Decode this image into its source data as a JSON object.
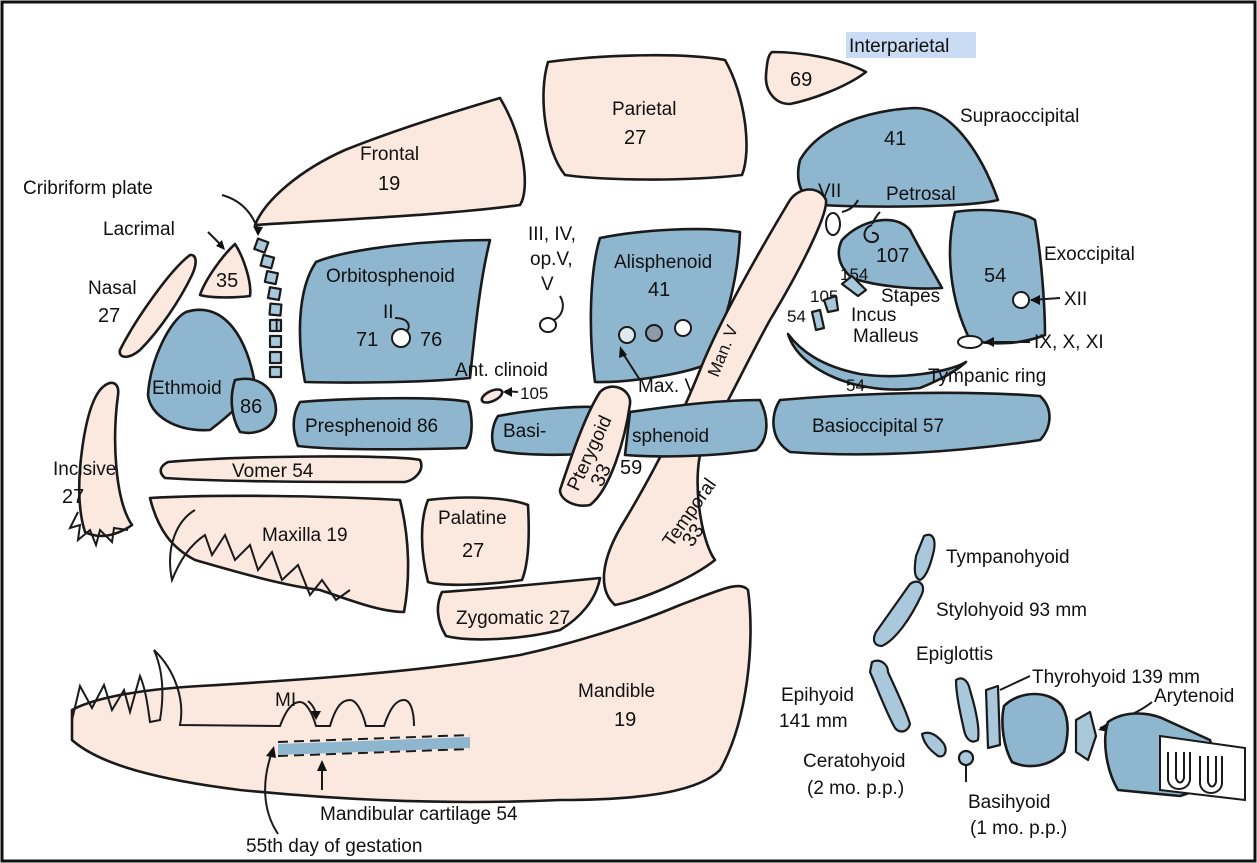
{
  "labels": {
    "interparietal": "Interparietal",
    "interparietal_num": "69",
    "parietal": "Parietal",
    "parietal_num": "27",
    "supraoccipital": "Supraoccipital",
    "supraoccipital_num": "41",
    "frontal": "Frontal",
    "frontal_num": "19",
    "cribriform": "Cribriform plate",
    "lacrimal": "Lacrimal",
    "lacrimal_num": "35",
    "nasal": "Nasal",
    "nasal_num": "27",
    "cranial_nerves_1": "III, IV,",
    "cranial_nerves_2": "op.V,",
    "cranial_nerves_3": "V",
    "vii": "VII",
    "petrosal": "Petrosal",
    "petrosal_num": "107",
    "exoccipital": "Exoccipital",
    "exoccipital_num": "54",
    "xii": "XII",
    "ix_x_xi": "IX, X, XI",
    "orbitosphenoid": "Orbitosphenoid",
    "optic_ii": "II",
    "orbito_71": "71",
    "orbito_76": "76",
    "roman_i": "I",
    "alisphenoid": "Alisphenoid",
    "alisphenoid_num": "41",
    "man_v": "Man. V",
    "max_v": "Max. V",
    "stapes_num": "154",
    "stapes": "Stapes",
    "incus_num": "105",
    "incus": "Incus",
    "malleus_num": "54",
    "malleus": "Malleus",
    "ethmoid": "Ethmoid",
    "ethmoid_num": "86",
    "ant_clinoid": "Ant. clinoid",
    "ant_clinoid_num": "105",
    "tympanic_num": "54",
    "tympanic": "Tympanic ring",
    "presphenoid": "Presphenoid 86",
    "basi": "Basi-",
    "sphenoid": "sphenoid",
    "basisphenoid_num": "59",
    "pterygoid": "Pterygoid",
    "pterygoid_num": "33",
    "basioccipital": "Basioccipital 57",
    "incisive": "Incisive",
    "incisive_num": "27",
    "vomer": "Vomer 54",
    "maxilla": "Maxilla 19",
    "palatine": "Palatine",
    "palatine_num": "27",
    "temporal": "Temporal",
    "temporal_num": "33",
    "zygomatic": "Zygomatic 27",
    "tympanohyoid": "Tympanohyoid",
    "stylohyoid": "Stylohyoid 93 mm",
    "epiglottis": "Epiglottis",
    "thyrohyoid": "Thyrohyoid 139 mm",
    "arytenoid": "Arytenoid",
    "epihyoid": "Epihyoid",
    "epihyoid_mm": "141 mm",
    "ceratohyoid": "Ceratohyoid",
    "ceratohyoid_age": "(2 mo. p.p.)",
    "basihyoid": "Basihyoid",
    "basihyoid_age": "(1 mo. p.p.)",
    "mandible": "Mandible",
    "mandible_num": "19",
    "mi": "MI",
    "mandibular_cartilage": "Mandibular cartilage 54",
    "gestation": "55th day of gestation"
  },
  "colors": {
    "membrane_bone": "#fbe8df",
    "cartilage_bone": "#8fb6cf",
    "highlight": "#c9dcf3",
    "outline": "#1a1a1a"
  }
}
